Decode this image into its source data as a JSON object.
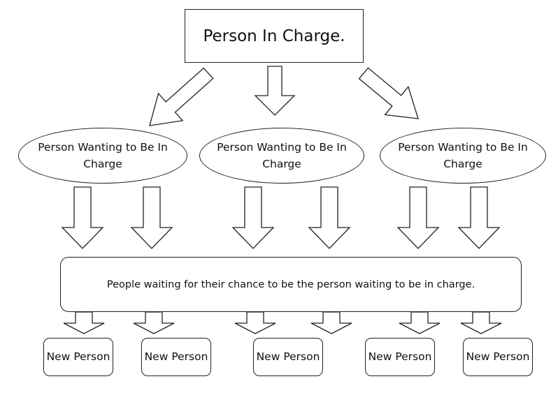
{
  "diagram": {
    "top": "Person In Charge.",
    "middle": [
      "Person Wanting to Be In Charge",
      "Person Wanting to Be In Charge",
      "Person Wanting to Be In Charge"
    ],
    "waiting": "People waiting for their chance to be the person waiting to be in charge.",
    "bottom": [
      "New Person",
      "New Person",
      "New Person",
      "New Person",
      "New Person"
    ]
  }
}
